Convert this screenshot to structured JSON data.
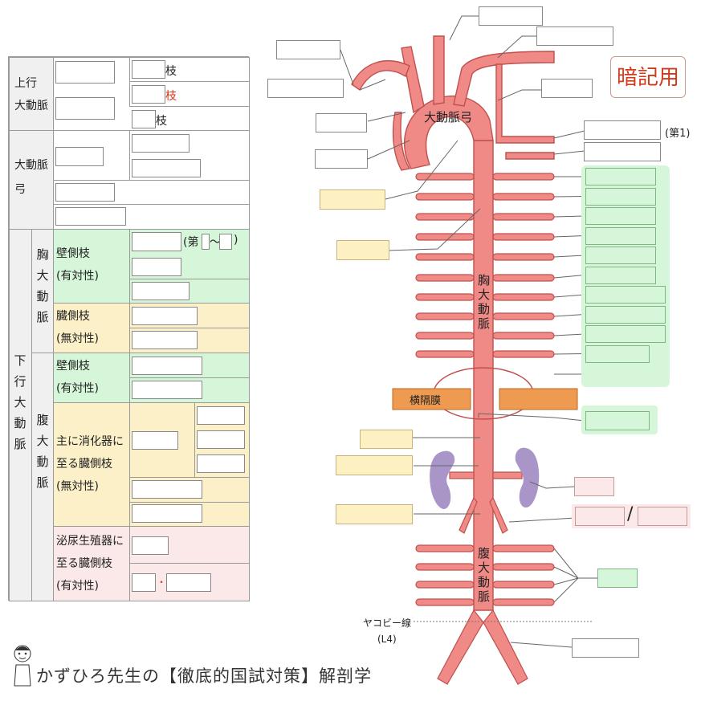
{
  "table": {
    "ascending": "上行\n大動脈",
    "arch": "大動脈\n弓",
    "descending": "下\n行\n大\n動\n脈",
    "thoracic": "胸\n大\n動\n脈",
    "abdominal": "腹\n大\n動\n脈",
    "branch_suffix_1": "枝",
    "branch_suffix_2": "枝",
    "branch_suffix_3": "枝",
    "thoracic_parietal": "壁側枝\n(有対性)",
    "thoracic_visceral": "臓側枝\n(無対性)",
    "abdominal_parietal": "壁側枝\n(有対性)",
    "abdominal_visceral_digestive": "主に消化器に\n至る臓側枝\n(無対性)",
    "abdominal_visceral_urogenital": "泌尿生殖器に\n至る臓側枝\n(有対性)",
    "rib_range_open": "(第",
    "rib_range_tilde": "～",
    "rib_range_close": ")",
    "dot": "・"
  },
  "diagram": {
    "arch_label": "大動脈弓",
    "thoracic_label": "胸大動脈",
    "diaphragm_label": "横隔膜",
    "abdominal_label": "腹大動脈",
    "jacoby_line": "ヤコビー線",
    "jacoby_level": "(L4)",
    "first_rib": "(第1)",
    "slash": "/"
  },
  "memo_label": "暗記用",
  "footer_text": "かずひろ先生の【徹底的国試対策】解剖学",
  "colors": {
    "artery": "#ef8a86",
    "artery_stroke": "#c0504d",
    "diaphragm": "#ee9a50",
    "kidney": "#a995c8",
    "green": "#d6f6d9",
    "yellow": "#fbf0c7",
    "pink": "#fbe8e8",
    "memo_red": "#d03a1a"
  }
}
